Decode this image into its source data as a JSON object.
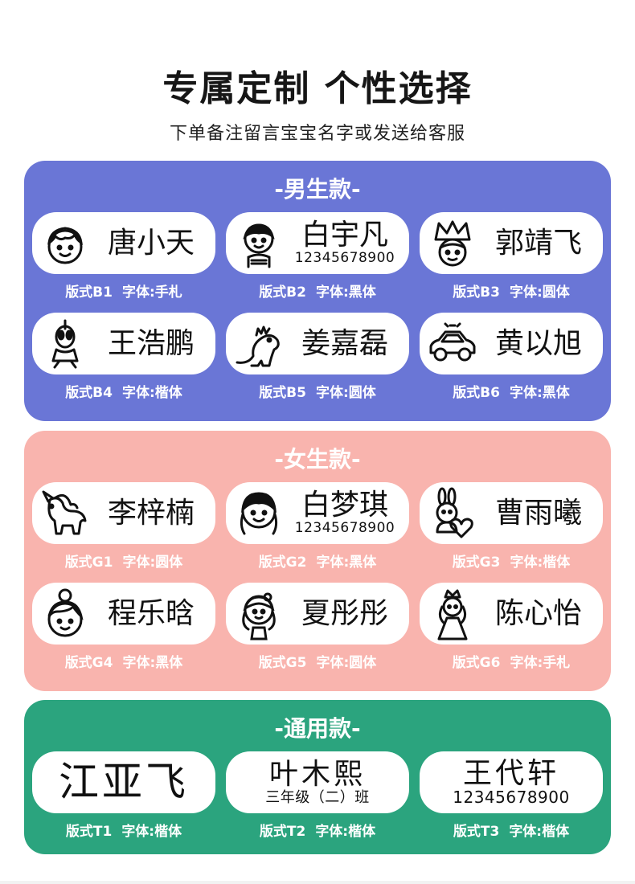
{
  "header": {
    "title": "专属定制 个性选择",
    "subtitle": "下单备注留言宝宝名字或发送给客服"
  },
  "colors": {
    "boys": "#6a76d6",
    "girls": "#f9b4ae",
    "general": "#2ba47e",
    "card": "#ffffff"
  },
  "boys": {
    "title": "-男生款-",
    "items": [
      {
        "icon": "curly-hair-boy-icon",
        "name": "唐小天",
        "style": "版式B1",
        "font": "字体:手札"
      },
      {
        "icon": "boy-with-collar-icon",
        "name": "白宇凡",
        "number": "12345678900",
        "style": "版式B2",
        "font": "字体:黑体"
      },
      {
        "icon": "crown-boy-icon",
        "name": "郭靖飞",
        "style": "版式B3",
        "font": "字体:圆体"
      },
      {
        "icon": "ultraman-icon",
        "name": "王浩鹏",
        "style": "版式B4",
        "font": "字体:楷体"
      },
      {
        "icon": "dinosaur-icon",
        "name": "姜嘉磊",
        "style": "版式B5",
        "font": "字体:圆体"
      },
      {
        "icon": "car-icon",
        "name": "黄以旭",
        "style": "版式B6",
        "font": "字体:黑体"
      }
    ]
  },
  "girls": {
    "title": "-女生款-",
    "items": [
      {
        "icon": "unicorn-icon",
        "name": "李梓楠",
        "style": "版式G1",
        "font": "字体:圆体"
      },
      {
        "icon": "pigtail-girl-icon",
        "name": "白梦琪",
        "number": "12345678900",
        "style": "版式G2",
        "font": "字体:黑体"
      },
      {
        "icon": "bunny-heart-icon",
        "name": "曹雨曦",
        "style": "版式G3",
        "font": "字体:楷体"
      },
      {
        "icon": "bun-girl-icon",
        "name": "程乐晗",
        "style": "版式G4",
        "font": "字体:黑体"
      },
      {
        "icon": "flower-girl-icon",
        "name": "夏彤彤",
        "style": "版式G5",
        "font": "字体:圆体"
      },
      {
        "icon": "princess-icon",
        "name": "陈心怡",
        "style": "版式G6",
        "font": "字体:手札"
      }
    ]
  },
  "general": {
    "title": "-通用款-",
    "items": [
      {
        "name": "江亚飞",
        "style": "版式T1",
        "font": "字体:楷体"
      },
      {
        "name": "叶木熙",
        "class_text": "三年级（二）班",
        "style": "版式T2",
        "font": "字体:楷体"
      },
      {
        "name": "王代轩",
        "number": "12345678900",
        "style": "版式T3",
        "font": "字体:楷体"
      }
    ]
  }
}
